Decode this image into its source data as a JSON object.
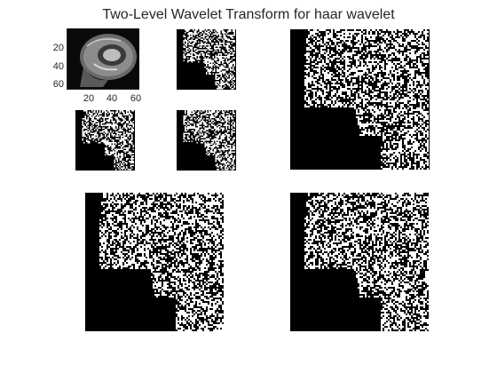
{
  "figure": {
    "title": "Two-Level Wavelet Transform for haar wavelet"
  },
  "approximation_axes": {
    "y_ticks": [
      "20",
      "40",
      "60"
    ],
    "x_ticks": [
      "20",
      "40",
      "60"
    ]
  },
  "colors": {
    "background": "#ffffff",
    "image_black": "#000000",
    "image_white": "#ffffff",
    "brain_gray": "#8a8a8a",
    "text": "#262626"
  }
}
